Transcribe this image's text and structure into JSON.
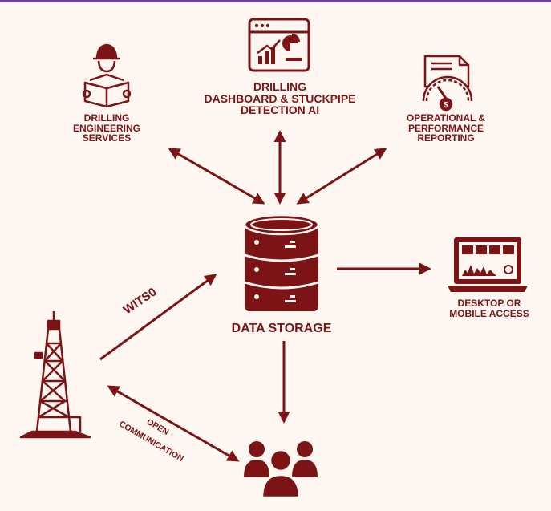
{
  "colors": {
    "primary": "#7c1416",
    "background": "#fdf6f1",
    "accent_bar": "#6a3fa8"
  },
  "nodes": {
    "engineering": {
      "icon": "engineer-icon",
      "lines": [
        "DRILLING",
        "ENGINEERING",
        "SERVICES"
      ]
    },
    "dashboard": {
      "icon": "dashboard-chart-icon",
      "lines": [
        "DRILLING",
        "DASHBOARD & STUCKPIPE",
        "DETECTION AI"
      ]
    },
    "reporting": {
      "icon": "report-gauge-icon",
      "lines": [
        "OPERATIONAL &",
        "PERFORMANCE",
        "REPORTING"
      ]
    },
    "storage": {
      "icon": "database-icon",
      "label": "DATA STORAGE"
    },
    "desktop": {
      "icon": "laptop-icon",
      "lines": [
        "DESKTOP OR",
        "MOBILE ACCESS"
      ]
    },
    "rig": {
      "icon": "drilling-rig-icon"
    },
    "team": {
      "icon": "team-icon"
    }
  },
  "edges": {
    "witso": "WITS0",
    "open_comm": [
      "OPEN",
      "COMMUNICATION"
    ]
  }
}
